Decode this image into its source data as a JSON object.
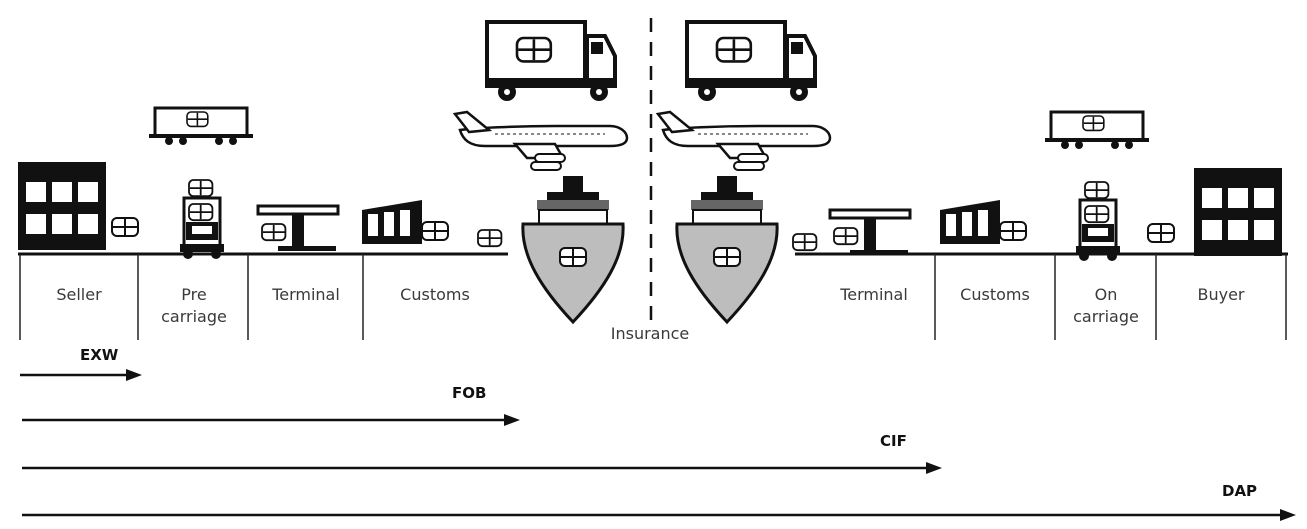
{
  "stages_left": [
    {
      "label": "Seller"
    },
    {
      "label": "Pre carriage"
    },
    {
      "label": "Terminal"
    },
    {
      "label": "Customs"
    }
  ],
  "stages_right": [
    {
      "label": "Terminal"
    },
    {
      "label": "Customs"
    },
    {
      "label": "On carriage"
    },
    {
      "label": "Buyer"
    }
  ],
  "insurance_label": "Insurance",
  "incoterms": [
    {
      "code": "EXW"
    },
    {
      "code": "FOB"
    },
    {
      "code": "CIF"
    },
    {
      "code": "DAP"
    }
  ],
  "colors": {
    "ink": "#111111",
    "ship_hull": "#bdbdbd",
    "text": "#3a3a3a"
  }
}
